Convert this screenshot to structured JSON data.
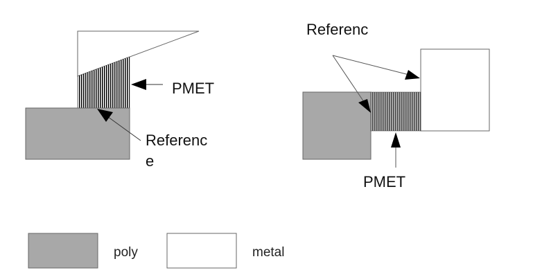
{
  "diagram": {
    "left_figure": {
      "pmet_label": "PMET",
      "reference_label_line1": "Referenc",
      "reference_label_line2": "e"
    },
    "right_figure": {
      "reference_label": "Referenc",
      "pmet_label": "PMET"
    },
    "legend": [
      {
        "label": "poly",
        "fill": "#a8a8a8"
      },
      {
        "label": "metal",
        "fill": "#ffffff"
      }
    ],
    "colors": {
      "poly": "#a8a8a8",
      "metal": "#ffffff",
      "hatch_left": "#000000",
      "hatch_right": "#555555",
      "stroke": "#666666"
    }
  }
}
